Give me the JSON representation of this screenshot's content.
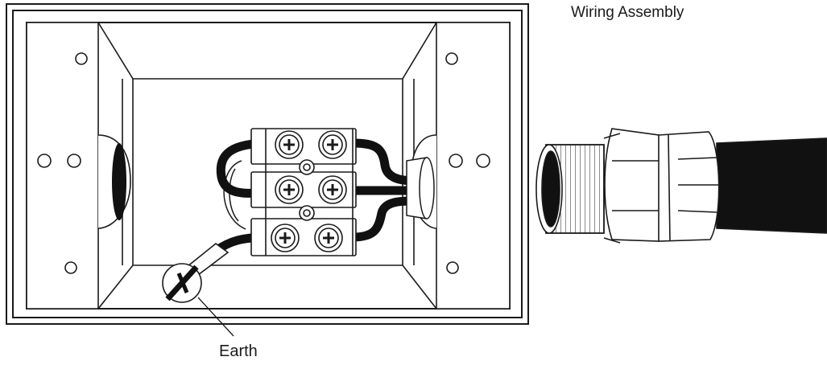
{
  "diagram": {
    "title": "Wiring Assembly",
    "earth_label": "Earth"
  },
  "colors": {
    "line": "#1a1a1a",
    "fill": "#ffffff",
    "wire": "#111111"
  },
  "parts": {
    "terminal_rows": 3,
    "screws_per_row": 2,
    "cable_icon": "cable-gland-icon",
    "screw_icon": "terminal-screw-icon",
    "earth_icon": "earth-screw-icon"
  }
}
